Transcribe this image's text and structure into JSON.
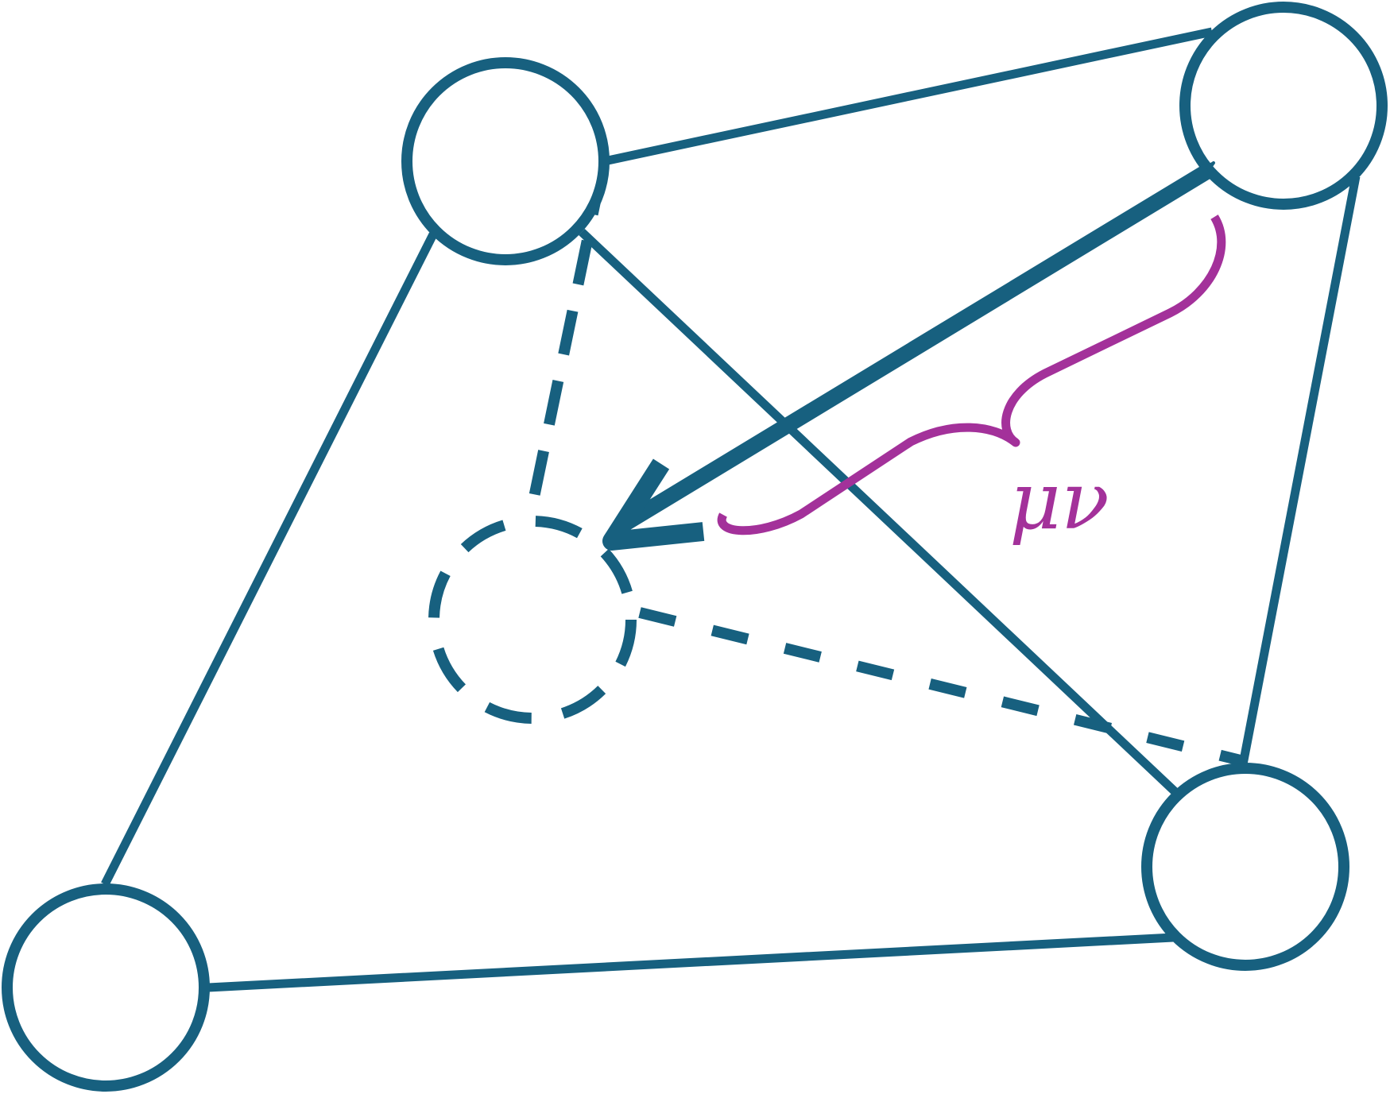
{
  "colors": {
    "graph": "#17607f",
    "brace": "#a3319a",
    "background": "#ffffff"
  },
  "diagram": {
    "nodes": [
      {
        "id": "top-center",
        "style": "solid"
      },
      {
        "id": "top-right",
        "style": "solid"
      },
      {
        "id": "bottom-left",
        "style": "solid"
      },
      {
        "id": "bottom-right",
        "style": "solid"
      },
      {
        "id": "inner",
        "style": "dashed"
      }
    ],
    "edges": [
      {
        "from": "top-center",
        "to": "top-right",
        "style": "solid"
      },
      {
        "from": "top-center",
        "to": "bottom-left",
        "style": "solid"
      },
      {
        "from": "top-center",
        "to": "bottom-right",
        "style": "solid"
      },
      {
        "from": "top-right",
        "to": "bottom-right",
        "style": "solid"
      },
      {
        "from": "bottom-left",
        "to": "bottom-right",
        "style": "solid"
      },
      {
        "from": "top-center",
        "to": "inner",
        "style": "dashed"
      },
      {
        "from": "inner",
        "to": "bottom-right",
        "style": "dashed"
      }
    ],
    "arrow": {
      "from": "top-right",
      "to": "inner",
      "style": "bold"
    },
    "brace_label": "μν"
  }
}
